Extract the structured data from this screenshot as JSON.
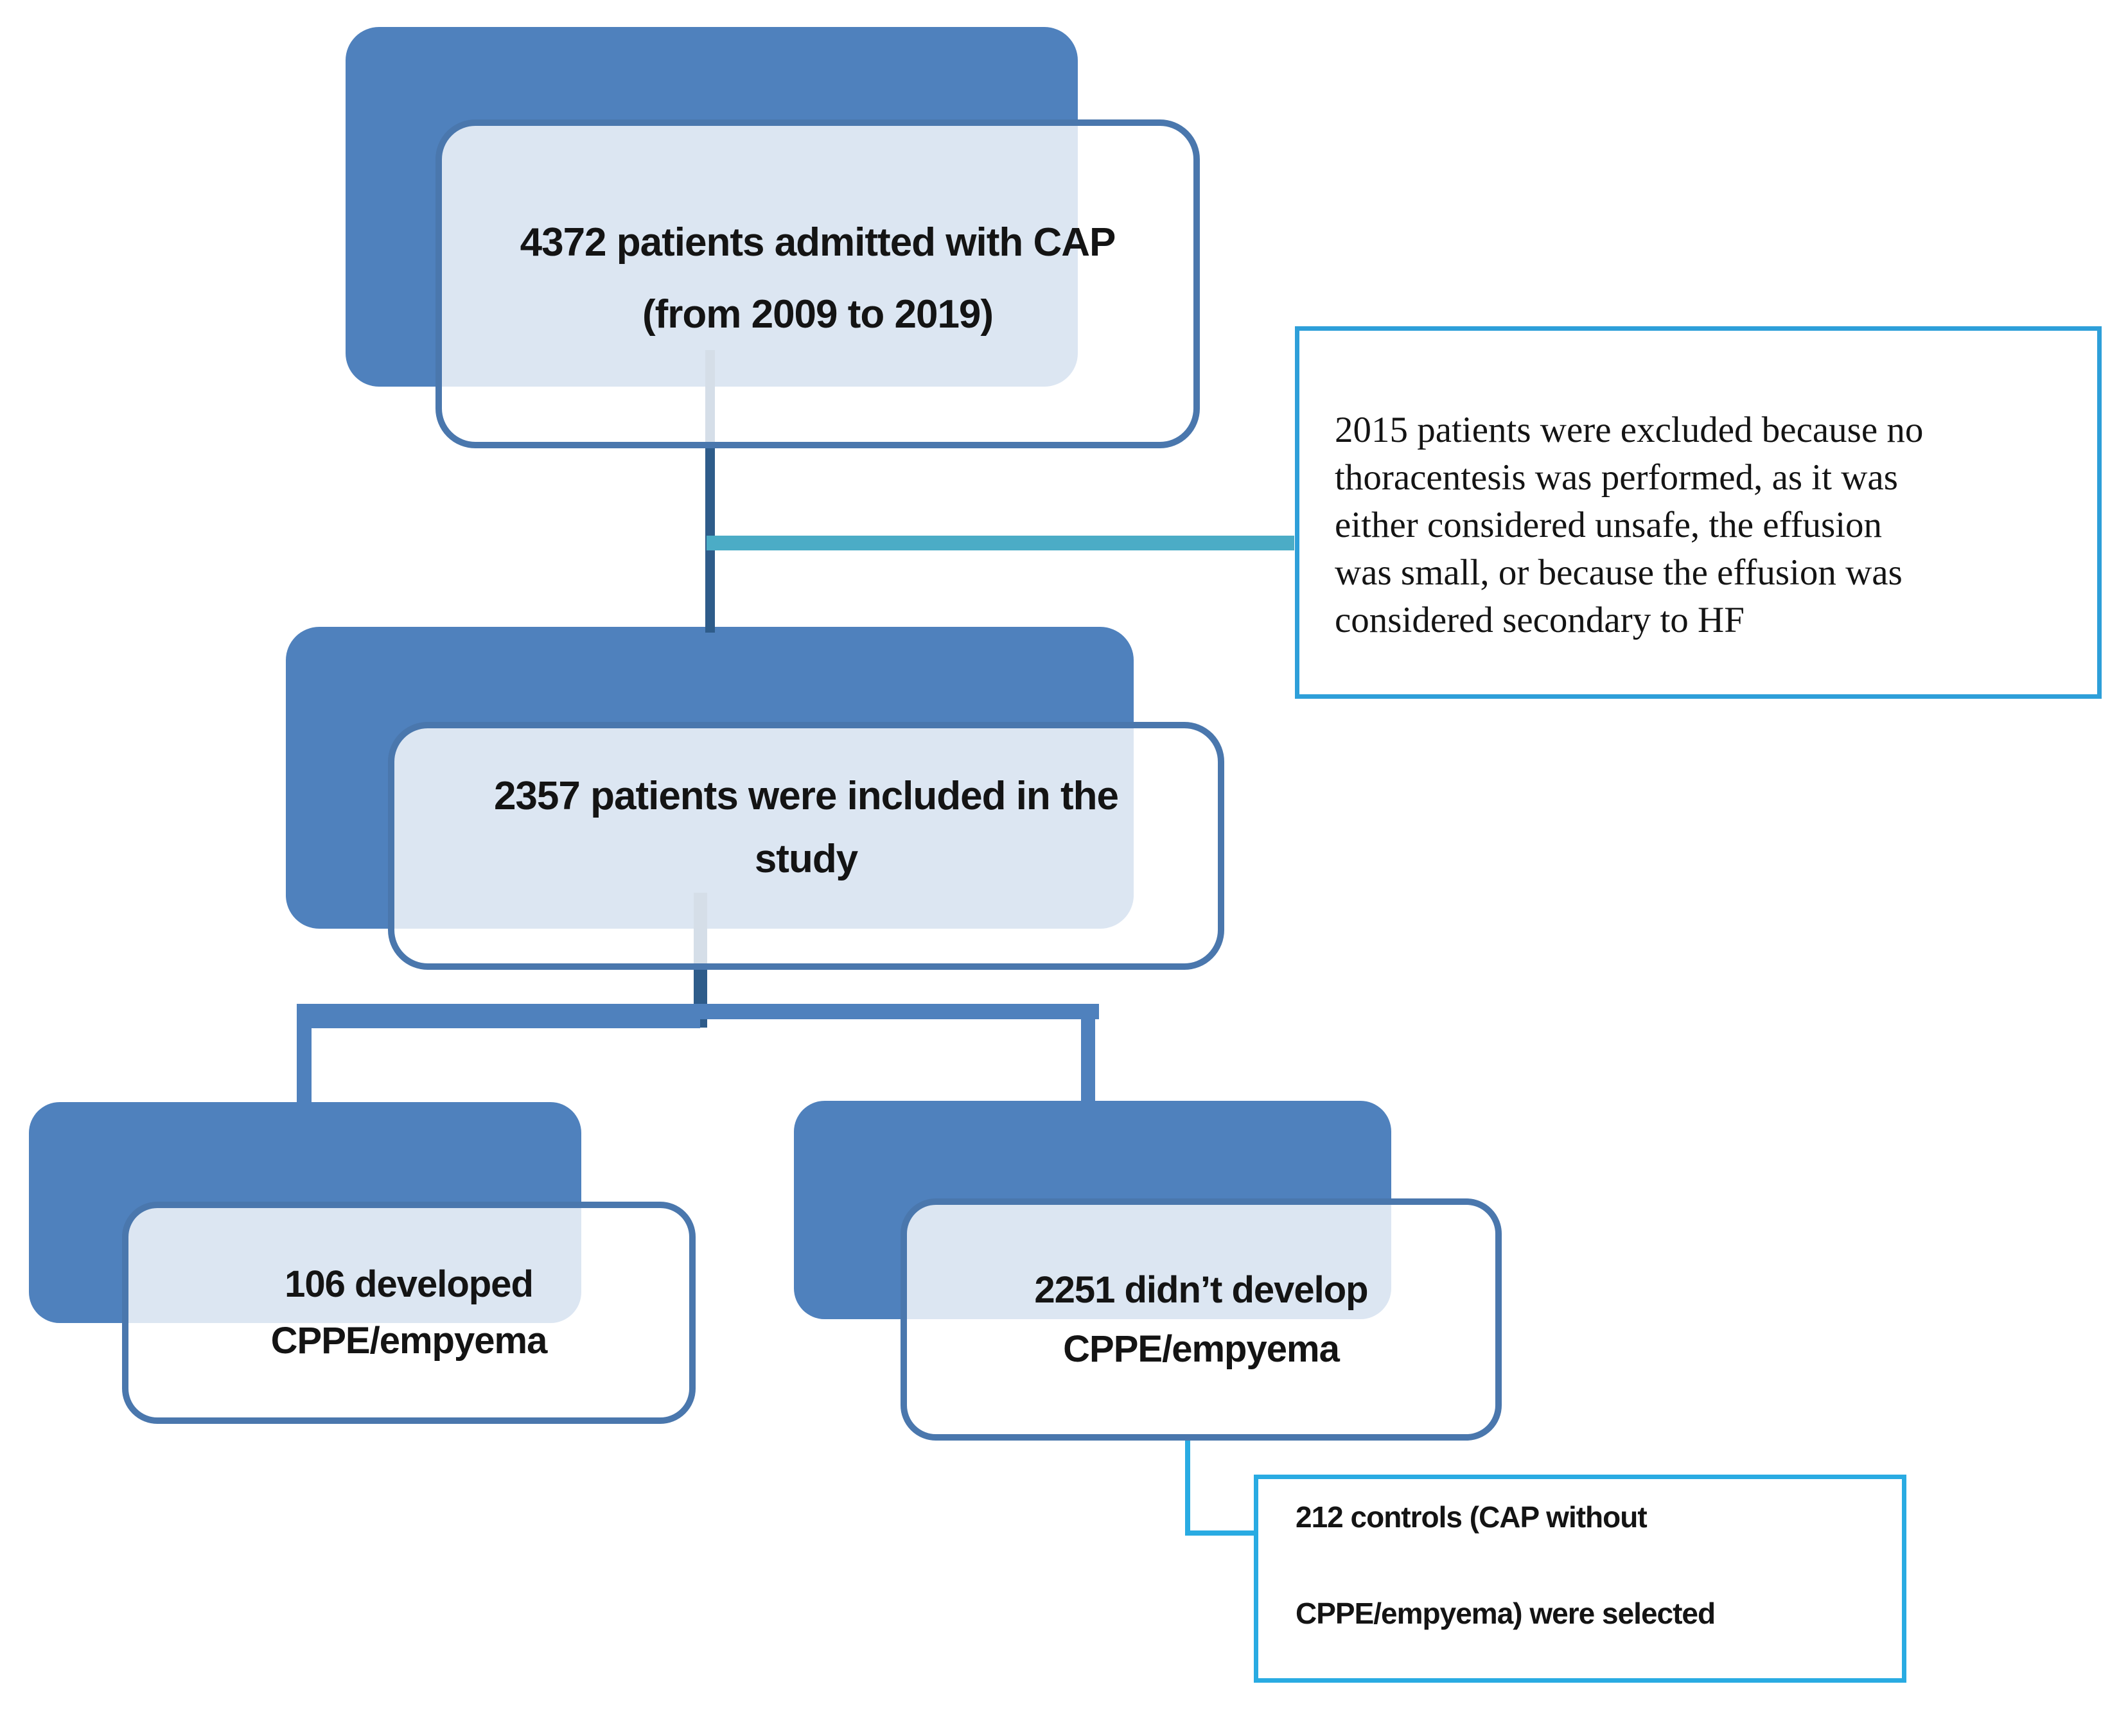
{
  "colors": {
    "node-fill": "#4f81bd",
    "node-border": "#4a77ad",
    "connector-dark": "#2e5c8a",
    "connector-teal": "#4bacc6",
    "connector-branch": "#4f81bd",
    "connector-thin": "#29abe2",
    "note-border-excluded": "#2e9fd9",
    "note-border-controls": "#29abe2",
    "text": "#141414"
  },
  "nodes": {
    "admitted": {
      "line1": "4372 patients admitted with CAP",
      "line2": "(from 2009 to 2019)"
    },
    "excluded_note": {
      "lines": [
        "2015 patients were excluded because no",
        "thoracentesis was performed, as it was",
        "either considered unsafe, the effusion",
        "was small, or because the effusion was",
        "considered secondary to HF"
      ]
    },
    "included": {
      "line1": "2357 patients were included in the",
      "line2": "study"
    },
    "developed": {
      "line1": "106 developed",
      "line2": "CPPE/empyema"
    },
    "not_developed": {
      "line1": "2251 didn’t develop",
      "line2": "CPPE/empyema"
    },
    "controls_note": {
      "line1": "212 controls (CAP without",
      "line2": "CPPE/empyema) were selected"
    }
  }
}
